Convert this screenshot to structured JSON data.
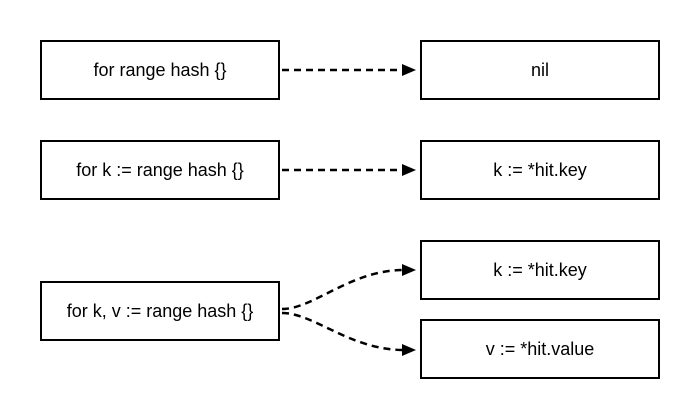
{
  "diagram": {
    "background_color": "#ffffff",
    "box_border_color": "#000000",
    "text_color": "#000000",
    "arrow_color": "#000000",
    "arrow_style": "dashed",
    "mappings": [
      {
        "source": "for range hash {}",
        "targets": [
          "nil"
        ]
      },
      {
        "source": "for k := range hash {}",
        "targets": [
          "k := *hit.key"
        ]
      },
      {
        "source": "for k, v := range hash {}",
        "targets": [
          "k := *hit.key",
          "v := *hit.value"
        ]
      }
    ]
  }
}
